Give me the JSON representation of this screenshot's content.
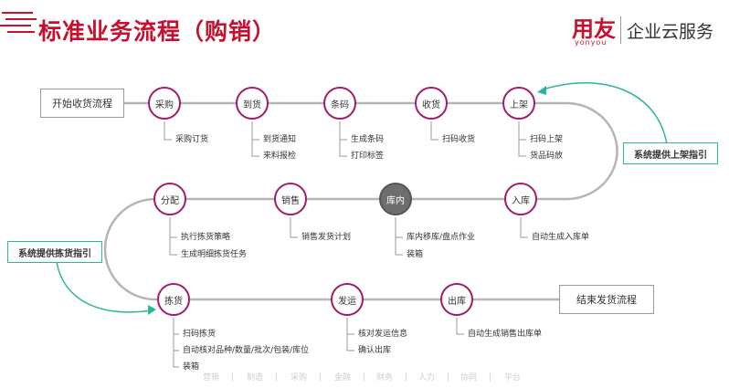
{
  "title": "标准业务流程（购销）",
  "logo": {
    "main": "用友",
    "sub": "yonyou",
    "service": "企业云服务"
  },
  "start_label": "开始收货流程",
  "end_label": "结束发货流程",
  "hints": {
    "putaway": "系统提供上架指引",
    "picking": "系统提供拣货指引"
  },
  "nodes": {
    "purchase": "采购",
    "arrival": "到货",
    "barcode": "条码",
    "receive": "收货",
    "shelve": "上架",
    "inbound": "入库",
    "stock": "库内",
    "sales": "销售",
    "allocate": "分配",
    "pick": "拣货",
    "ship": "发运",
    "outbound": "出库"
  },
  "subs": {
    "purchase": [
      "采购订货"
    ],
    "arrival": [
      "到货通知",
      "来料报检"
    ],
    "barcode": [
      "生成条码",
      "打印标签"
    ],
    "receive": [
      "扫码收货"
    ],
    "shelve": [
      "扫码上架",
      "货品码放"
    ],
    "inbound": [
      "自动生成入库单"
    ],
    "stock": [
      "库内移库/盘点作业",
      "装箱"
    ],
    "sales": [
      "销售发货计划"
    ],
    "allocate": [
      "执行拣货策略",
      "生成明细拣货任务"
    ],
    "pick": [
      "扫码拣货",
      "自动核对品种/数量/批次/包装/库位",
      "装箱"
    ],
    "ship": [
      "核对发运信息",
      "确认出库"
    ],
    "outbound": [
      "自动生成销售出库单"
    ]
  },
  "footer": [
    "营销",
    "制造",
    "采购",
    "金融",
    "财务",
    "人力",
    "协同",
    "平台"
  ],
  "colors": {
    "accent": "#c8102e",
    "node_border": "#a21a6b",
    "hint_border": "#2bb59b",
    "line": "#b5b5b5"
  }
}
